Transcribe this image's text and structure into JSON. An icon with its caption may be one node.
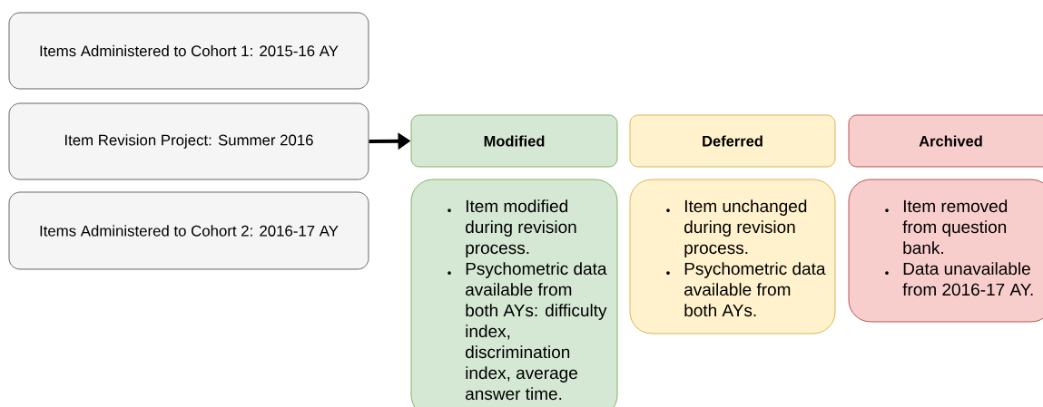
{
  "diagram": {
    "nodes": [
      {
        "text": [
          "Items Administered to Cohort 1: 2015-16 AY"
        ]
      },
      {
        "text": [
          "Item Revision Project: Summer 2016"
        ]
      },
      {
        "text": [
          "Items Administered to Cohort 2: 2016-17 AY"
        ]
      },
      {
        "text": [
          "Modified"
        ]
      },
      {
        "text": [
          "Deferred"
        ]
      },
      {
        "text": [
          "Archived"
        ]
      },
      {
        "text": [
          "Item modified during revision process.",
          "Psychometric data available from both AYs: difficulty index, discrimination index, average answer time."
        ]
      },
      {
        "text": [
          "Item unchanged during revision process.",
          "Psychometric data available from both AYs."
        ]
      },
      {
        "text": [
          "Item removed from question bank.",
          "Data unavailable from 2016-17 AY."
        ]
      }
    ],
    "edges": [
      {
        "from": 1,
        "to": 3,
        "arrow": "to"
      }
    ]
  }
}
